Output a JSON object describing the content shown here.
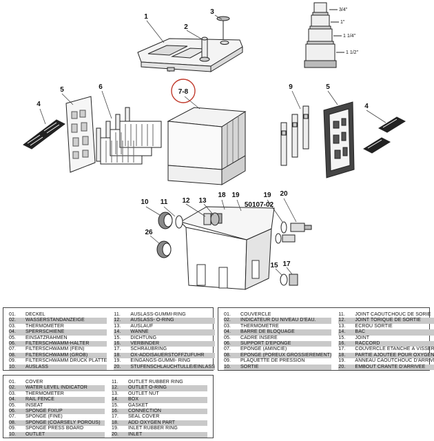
{
  "diagram": {
    "callouts": [
      "1",
      "2",
      "3",
      "4",
      "5",
      "6",
      "7-8",
      "9",
      "5",
      "4",
      "10",
      "11",
      "12",
      "13",
      "18",
      "19",
      "50107-02",
      "19",
      "20",
      "26",
      "15",
      "17"
    ],
    "size_labels": [
      "3/4\"",
      "1\"",
      "1 1/4\"",
      "1 1/2\""
    ],
    "colors": {
      "line": "#222222",
      "highlight": "#c0392b",
      "shade": "#c9c9c9"
    }
  },
  "legend_de": {
    "col1": [
      {
        "num": "01.",
        "text": "DECKEL"
      },
      {
        "num": "02.",
        "text": "WASSERSTANDANZEIGE"
      },
      {
        "num": "03.",
        "text": "THERMOMETER"
      },
      {
        "num": "04.",
        "text": "SPERRSCHIENE"
      },
      {
        "num": "05.",
        "text": "EINSATZRAHMEN"
      },
      {
        "num": "06.",
        "text": "FILTERSCHWAMM-HALTER"
      },
      {
        "num": "07.",
        "text": "FILTERSCHWAMM (FEIN)"
      },
      {
        "num": "08.",
        "text": "FILTERSCHWAMM (GROB)"
      },
      {
        "num": "09.",
        "text": "FILTERSCHWAMM DRUCK PLATTE"
      },
      {
        "num": "10.",
        "text": "AUSLASS"
      }
    ],
    "col2": [
      {
        "num": "11.",
        "text": "AUSLASS-GUMMI-RING"
      },
      {
        "num": "12.",
        "text": "AUSLASS- O-RING"
      },
      {
        "num": "13.",
        "text": "AUSLAUF"
      },
      {
        "num": "14.",
        "text": "WANNE"
      },
      {
        "num": "15.",
        "text": "DICHTUNG"
      },
      {
        "num": "16.",
        "text": "VERBINDER"
      },
      {
        "num": "17.",
        "text": "SCHRAUBRING"
      },
      {
        "num": "18.",
        "text": "OX-ADDISAUERSTOFFZUFUHR"
      },
      {
        "num": "19.",
        "text": "EINGANGS-GUMMI- RING"
      },
      {
        "num": "20.",
        "text": "STUFENSCHLAUCHTÜLLE/EINLASS"
      }
    ]
  },
  "legend_fr": {
    "col1": [
      {
        "num": "01.",
        "text": "COUVERCLE"
      },
      {
        "num": "02.",
        "text": "INDICATEUR DU NIVEAU D'EAU."
      },
      {
        "num": "03.",
        "text": "THERMOMÈTRE"
      },
      {
        "num": "04.",
        "text": "BARRE DE BLOQUAGE"
      },
      {
        "num": "05.",
        "text": "CADRE INSÉRÉ"
      },
      {
        "num": "06.",
        "text": "SUPPORT D'ÉPONGE"
      },
      {
        "num": "07.",
        "text": "EPONGE (AMINCIE)"
      },
      {
        "num": "08.",
        "text": "EPONGE (POREUX GROSSIÈREMENT)"
      },
      {
        "num": "09.",
        "text": "PLAQUETTE DE PRESSION"
      },
      {
        "num": "10.",
        "text": "SORTIE"
      }
    ],
    "col2": [
      {
        "num": "11.",
        "text": "JOINT CAOUTCHOUC DE SORIE"
      },
      {
        "num": "12.",
        "text": "JOINT TORIQUE DE SORTIE"
      },
      {
        "num": "13.",
        "text": "ECROU SORTIE"
      },
      {
        "num": "14.",
        "text": "BAC"
      },
      {
        "num": "15.",
        "text": "JOINT"
      },
      {
        "num": "16.",
        "text": "RACCORD"
      },
      {
        "num": "17.",
        "text": "COUVERCLE ÉTANCHE À VISSER"
      },
      {
        "num": "18.",
        "text": "PARTIE AJOUTÉE POUR OXYGÈNE"
      },
      {
        "num": "19.",
        "text": "ANNEAU CAOUTCHOUC D'ARRIVÉE"
      },
      {
        "num": "20.",
        "text": "EMBOUT CRANTÉ D'ARRIVÉE"
      }
    ]
  },
  "legend_en": {
    "col1": [
      {
        "num": "01.",
        "text": "COVER"
      },
      {
        "num": "02.",
        "text": "WATER LEVEL INDICATOR"
      },
      {
        "num": "03.",
        "text": "THERMOMETER"
      },
      {
        "num": "04.",
        "text": "RAIL FENCE"
      },
      {
        "num": "05.",
        "text": "INSEAT"
      },
      {
        "num": "06.",
        "text": "SPONGE FIXUP"
      },
      {
        "num": "07.",
        "text": "SPONGE (FINE)"
      },
      {
        "num": "08.",
        "text": "SPONGE (COARSELY POROUS)"
      },
      {
        "num": "09.",
        "text": "SPONGE PRESS BOARD"
      },
      {
        "num": "10.",
        "text": "OUTLET"
      }
    ],
    "col2": [
      {
        "num": "11.",
        "text": "OUTLET RUBBER RING"
      },
      {
        "num": "12.",
        "text": "OUTLET O-RING"
      },
      {
        "num": "13.",
        "text": "OUTLET NUT"
      },
      {
        "num": "14.",
        "text": "BOX"
      },
      {
        "num": "15.",
        "text": "GASKET"
      },
      {
        "num": "16.",
        "text": "CONNECTION"
      },
      {
        "num": "17.",
        "text": "SEAL COVER"
      },
      {
        "num": "18.",
        "text": "ADD OXYGEN PART"
      },
      {
        "num": "19.",
        "text": "INLET RUBBER RING"
      },
      {
        "num": "20.",
        "text": "INLET"
      }
    ]
  }
}
